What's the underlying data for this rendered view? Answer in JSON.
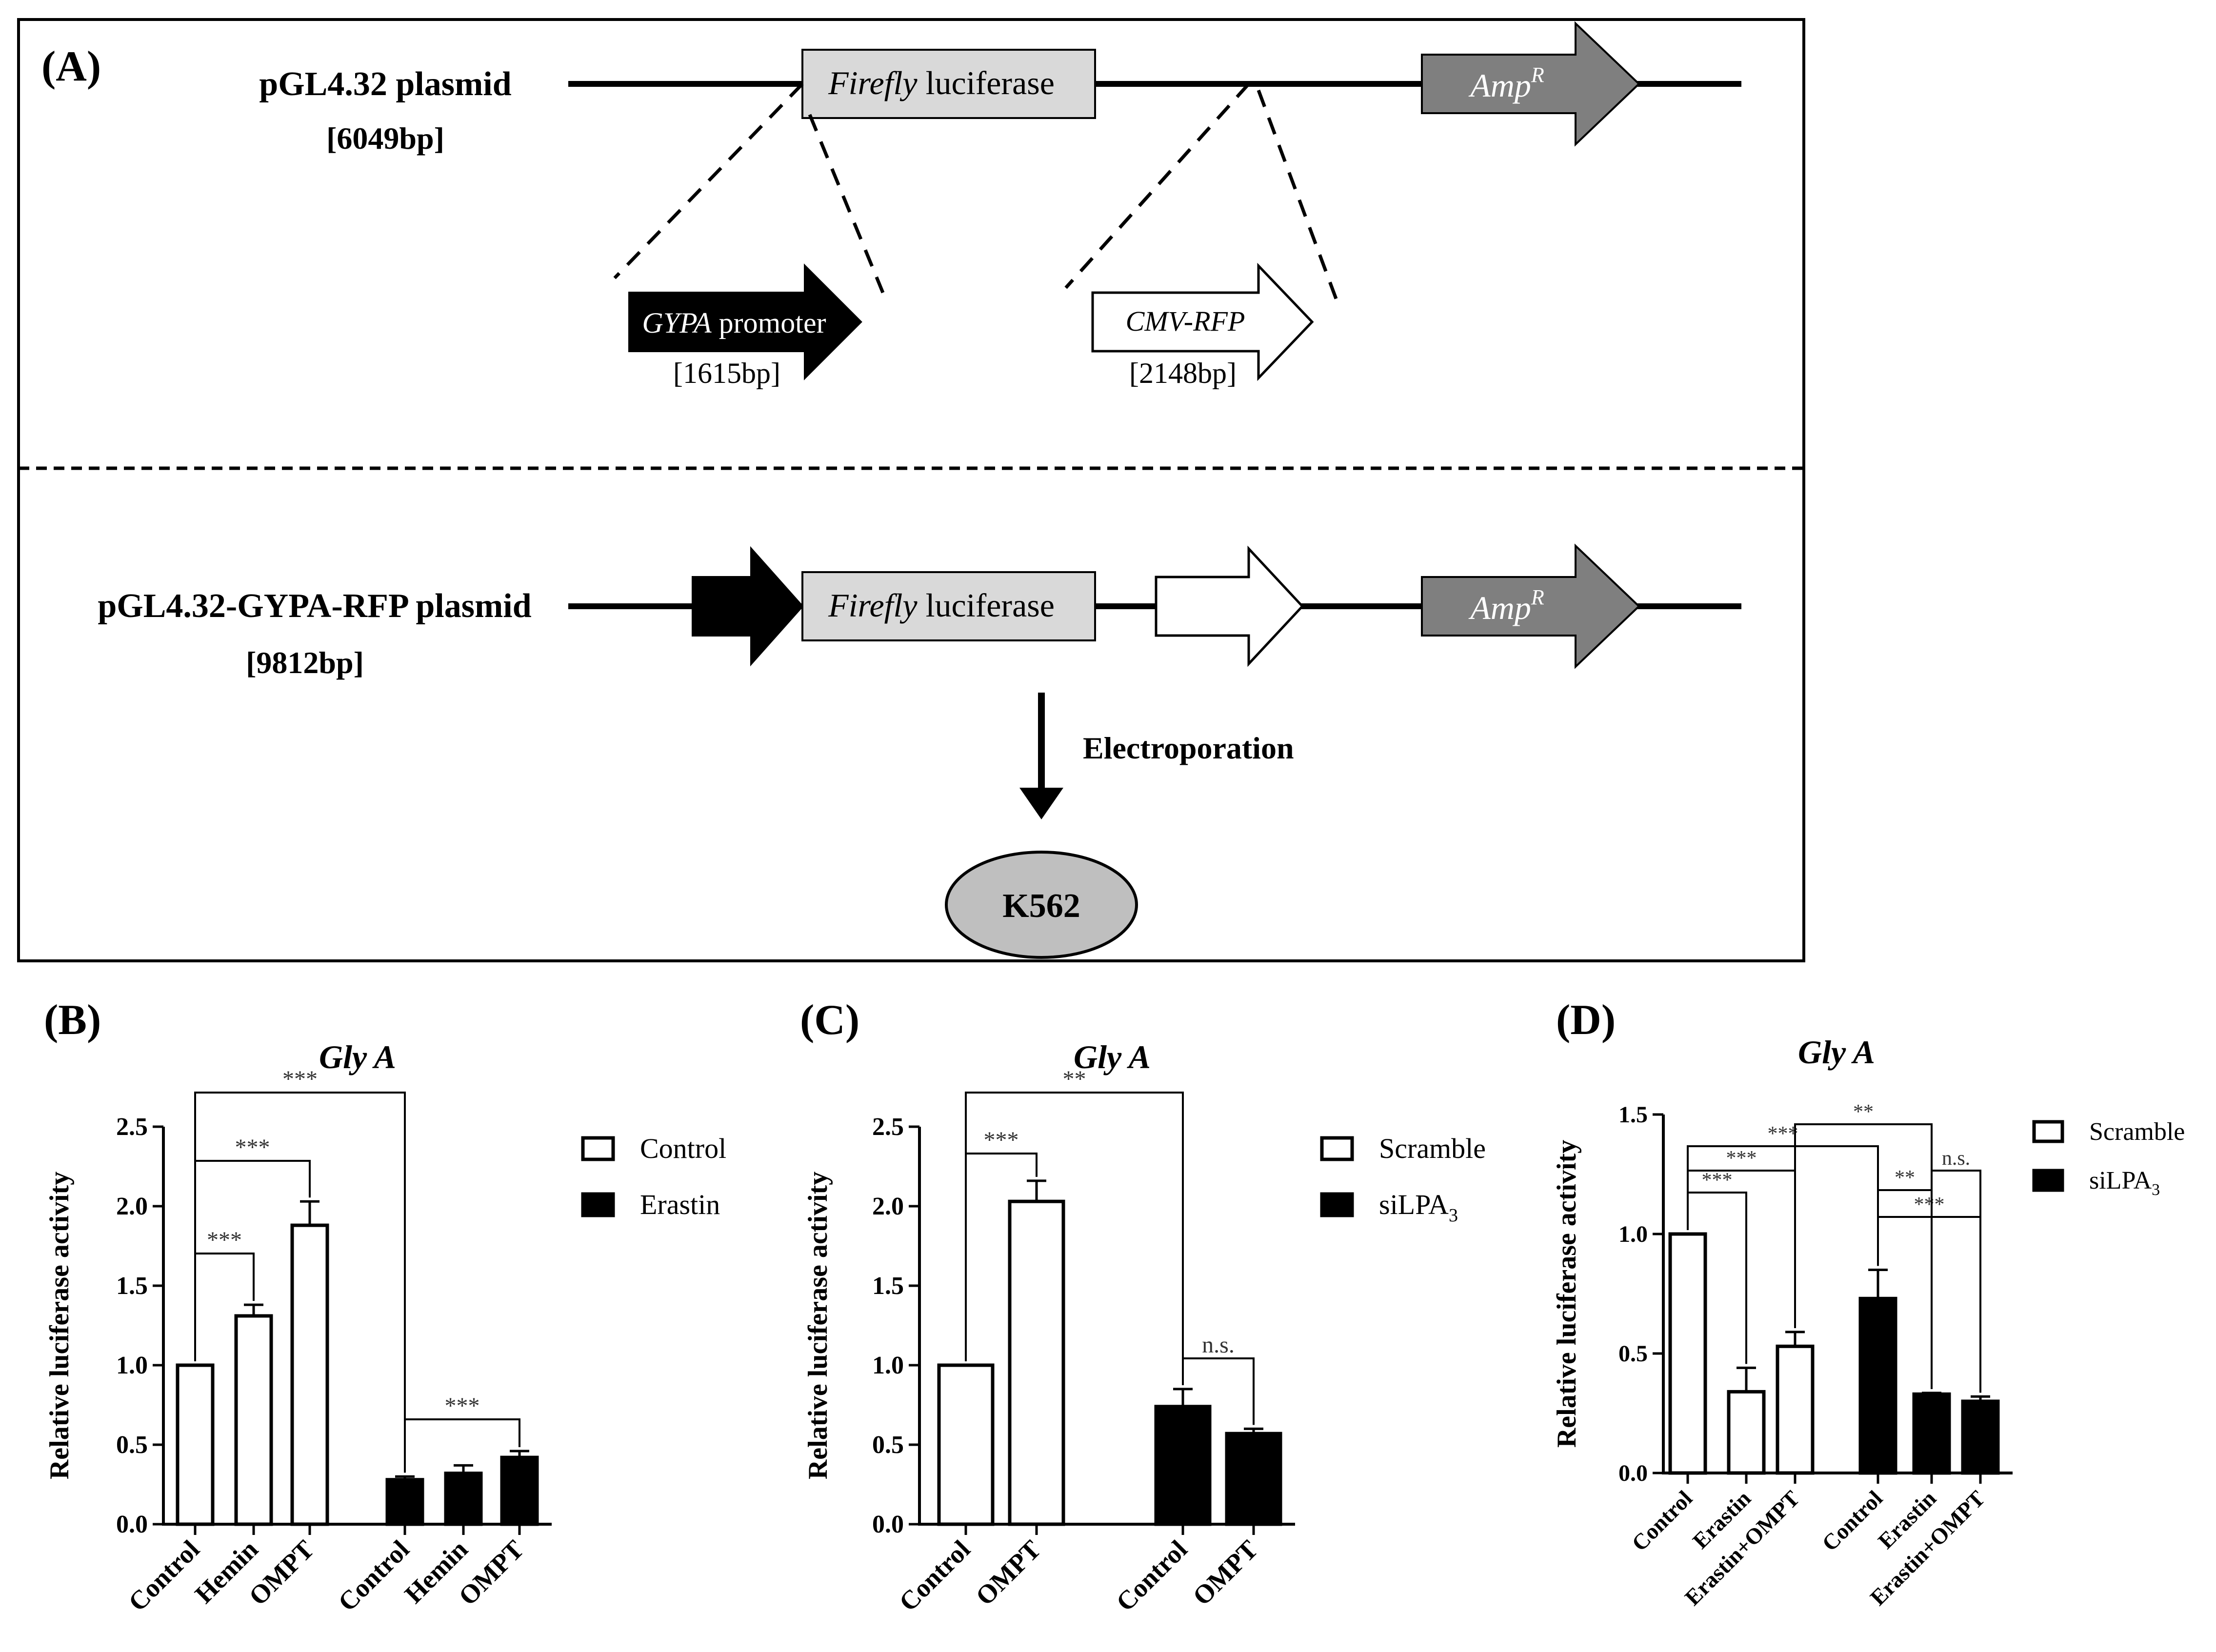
{
  "panel_a": {
    "label": "(A)",
    "top": {
      "name": "pGL4.32 plasmid",
      "size": "[6049bp]",
      "luciferase_italic": "Firefly",
      "luciferase_text": " luciferase",
      "amp_main": "Amp",
      "amp_sup": "R"
    },
    "inserts": {
      "gypa_italic": "GYPA",
      "gypa_text": " promoter",
      "gypa_size": "[1615bp]",
      "cmv_label": "CMV-RFP",
      "cmv_size": "[2148bp]"
    },
    "bottom": {
      "name": "pGL4.32-GYPA-RFP plasmid",
      "size": "[9812bp]",
      "luciferase_italic": "Firefly",
      "luciferase_text": " luciferase",
      "amp_main": "Amp",
      "amp_sup": "R"
    },
    "method": "Electroporation",
    "cell": "K562"
  },
  "chart_data": [
    {
      "panel": "(B)",
      "type": "bar",
      "title": "Gly A",
      "ylabel": "Relative luciferase activity",
      "ylim": [
        0,
        2.5
      ],
      "yticks": [
        "0.0",
        "0.5",
        "1.0",
        "1.5",
        "2.0",
        "2.5"
      ],
      "categories": [
        "Control",
        "Hemin",
        "OMPT",
        "Control",
        "Hemin",
        "OMPT"
      ],
      "groups": [
        0,
        0,
        0,
        1,
        1,
        1
      ],
      "values": [
        1.0,
        1.31,
        1.88,
        0.28,
        0.32,
        0.42
      ],
      "errors": [
        0,
        0.07,
        0.15,
        0.02,
        0.05,
        0.04
      ],
      "legend": [
        {
          "label": "Control",
          "color": "#ffffff"
        },
        {
          "label": "Erastin",
          "color": "#000000"
        }
      ],
      "significance": [
        {
          "from": 0,
          "to": 1,
          "label": "***"
        },
        {
          "from": 0,
          "to": 2,
          "label": "***"
        },
        {
          "from": 0,
          "to": 3,
          "label": "***"
        },
        {
          "from": 3,
          "to": 5,
          "label": "***"
        }
      ]
    },
    {
      "panel": "(C)",
      "type": "bar",
      "title": "Gly A",
      "ylabel": "Relative luciferase activity",
      "ylim": [
        0,
        2.5
      ],
      "yticks": [
        "0.0",
        "0.5",
        "1.0",
        "1.5",
        "2.0",
        "2.5"
      ],
      "categories": [
        "Control",
        "OMPT",
        "Control",
        "OMPT"
      ],
      "groups": [
        0,
        0,
        1,
        1
      ],
      "values": [
        1.0,
        2.03,
        0.74,
        0.57
      ],
      "errors": [
        0,
        0.13,
        0.11,
        0.03
      ],
      "legend": [
        {
          "label": "Scramble",
          "color": "#ffffff"
        },
        {
          "label": "siLPA",
          "sub": "3",
          "color": "#000000"
        }
      ],
      "significance": [
        {
          "from": 0,
          "to": 1,
          "label": "***"
        },
        {
          "from": 0,
          "to": 2,
          "label": "**"
        },
        {
          "from": 2,
          "to": 3,
          "label": "n.s."
        }
      ]
    },
    {
      "panel": "(D)",
      "type": "bar",
      "title": "Gly A",
      "ylabel": "Relative luciferase activity",
      "ylim": [
        0,
        1.5
      ],
      "yticks": [
        "0.0",
        "0.5",
        "1.0",
        "1.5"
      ],
      "categories": [
        "Control",
        "Erastin",
        "Erastin+OMPT",
        "Control",
        "Erastin",
        "Erastin+OMPT"
      ],
      "groups": [
        0,
        0,
        0,
        1,
        1,
        1
      ],
      "values": [
        1.0,
        0.34,
        0.53,
        0.73,
        0.33,
        0.3
      ],
      "errors": [
        0,
        0.1,
        0.06,
        0.12,
        0.005,
        0.02
      ],
      "legend": [
        {
          "label": "Scramble",
          "color": "#ffffff"
        },
        {
          "label": "siLPA",
          "sub": "3",
          "color": "#000000"
        }
      ],
      "significance": [
        {
          "from": 0,
          "to": 1,
          "label": "***"
        },
        {
          "from": 0,
          "to": 2,
          "label": "***"
        },
        {
          "from": 0,
          "to": 3,
          "label": "***"
        },
        {
          "from": 2,
          "to": 4,
          "label": "**"
        },
        {
          "from": 3,
          "to": 4,
          "label": "**"
        },
        {
          "from": 3,
          "to": 5,
          "label": "***"
        },
        {
          "from": 4,
          "to": 5,
          "label": "n.s."
        }
      ]
    }
  ]
}
